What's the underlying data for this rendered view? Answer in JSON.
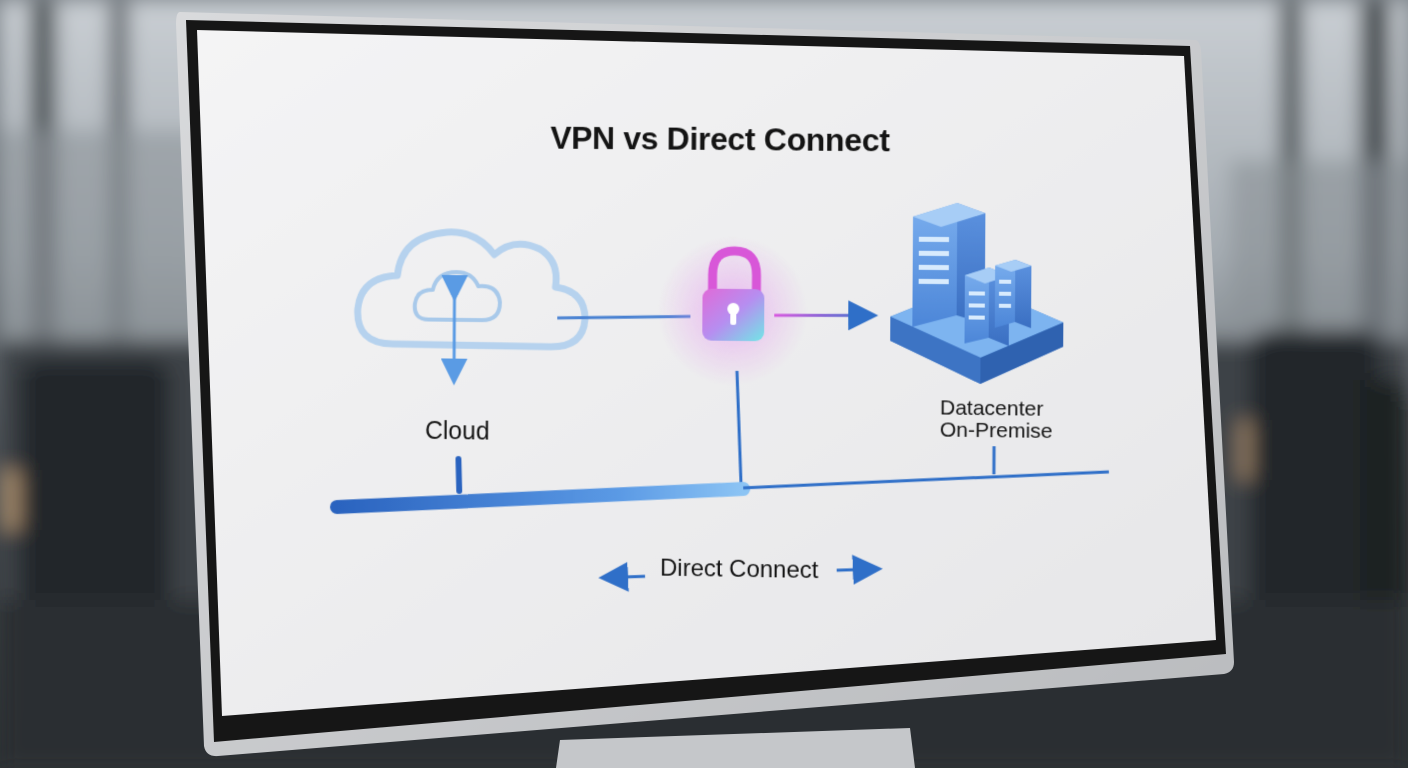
{
  "diagram": {
    "title": "VPN vs Direct Connect",
    "nodes": {
      "cloud": {
        "label": "Cloud",
        "icon": "cloud-icon"
      },
      "vpn_lock": {
        "icon": "padlock-icon"
      },
      "datacenter": {
        "label_line1": "Datacenter",
        "label_line2": "On-Premise",
        "icon": "server-building-icon"
      }
    },
    "links": {
      "direct_connect": {
        "label": "Direct Connect"
      }
    }
  },
  "colors": {
    "primary_blue": "#2f6fc8",
    "light_blue": "#7fb6f0",
    "magenta": "#d85adf",
    "cyan": "#6fe4e8",
    "screen_bg": "#eeeeef"
  }
}
